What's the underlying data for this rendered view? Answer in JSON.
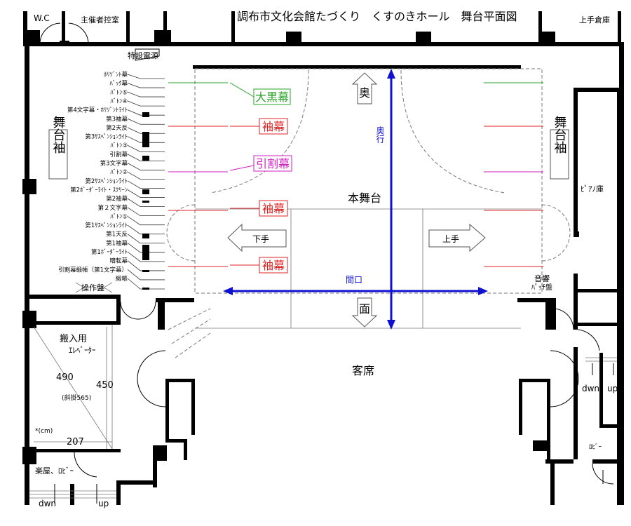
{
  "title": "調布市文化会館たづくり　くすのきホール　舞台平面図",
  "rooms": {
    "wc": "W.C",
    "organizer_room": "主催者控室",
    "special_power": "特設電源",
    "upstage_right_storage": "上手倉庫",
    "piano_storage": "ﾋﾟｱﾉ庫",
    "control_panel": "操作盤",
    "audio_patch_1": "音響",
    "audio_patch_2": "ﾊﾟｯﾁ盤",
    "elevator_1": "搬入用",
    "elevator_2": "ｴﾚﾍﾞｰﾀｰ",
    "dressing_lobby": "楽屋、ﾛﾋﾞｰ",
    "lobby": "ﾛﾋﾞｰ",
    "audience": "客席",
    "main_stage": "本舞台",
    "wing_left": "舞台袖",
    "wing_right": "舞台袖"
  },
  "elevator_dims": {
    "depth": "490",
    "width_inner": "450",
    "diagonal": "(斜掛565)",
    "unit": "*(cm)",
    "width": "207"
  },
  "stairs": {
    "left_down": "dwn",
    "left_up": "up",
    "right_down": "dwn",
    "right_up": "up"
  },
  "stage_labels": {
    "back": "奥",
    "depth": "奥行",
    "front": "面",
    "width": "間口",
    "stage_left": "下手",
    "stage_right": "上手"
  },
  "curtains": [
    {
      "label": "大黒幕",
      "color": "#2aa52a"
    },
    {
      "label": "袖幕",
      "color": "#e02020"
    },
    {
      "label": "引割幕",
      "color": "#d020c0"
    },
    {
      "label": "袖幕",
      "color": "#e02020"
    },
    {
      "label": "袖幕",
      "color": "#e02020"
    }
  ],
  "batten_list": [
    "ﾎﾘｿﾞﾝﾄ幕",
    "ﾊﾞｯｸ幕",
    "ﾊﾞﾄﾝ⑤",
    "ﾊﾞﾄﾝ④",
    "第4文字幕・ﾎﾘｿﾞﾝﾄﾗｲﾄ",
    "第3袖幕",
    "第2天反",
    "第3ｻｽﾍﾟﾝｼｮﾝﾗｲﾄ",
    "ﾊﾞﾄﾝ③",
    "引割幕",
    "第3文字幕",
    "ﾊﾞﾄﾝ②",
    "第2ｻｽﾍﾟﾝｼｮﾝﾗｲﾄ",
    "第2ﾎﾞｰﾀﾞｰﾗｲﾄ・ｽｸﾘｰﾝ",
    "第2袖幕",
    "第２文字幕",
    "ﾊﾞﾄﾝ①",
    "第1ｻｽﾍﾟﾝｼｮﾝﾗｲﾄ",
    "第1天反",
    "第1袖幕",
    "第1ﾎﾞｰﾀﾞｰﾗｲﾄ",
    "暗転幕",
    "引割幕緞帳（第1文字幕）",
    "緞帳"
  ],
  "colors": {
    "dimension": "#1010d0",
    "green": "#2aa52a",
    "red": "#e02020",
    "magenta": "#d020c0"
  }
}
